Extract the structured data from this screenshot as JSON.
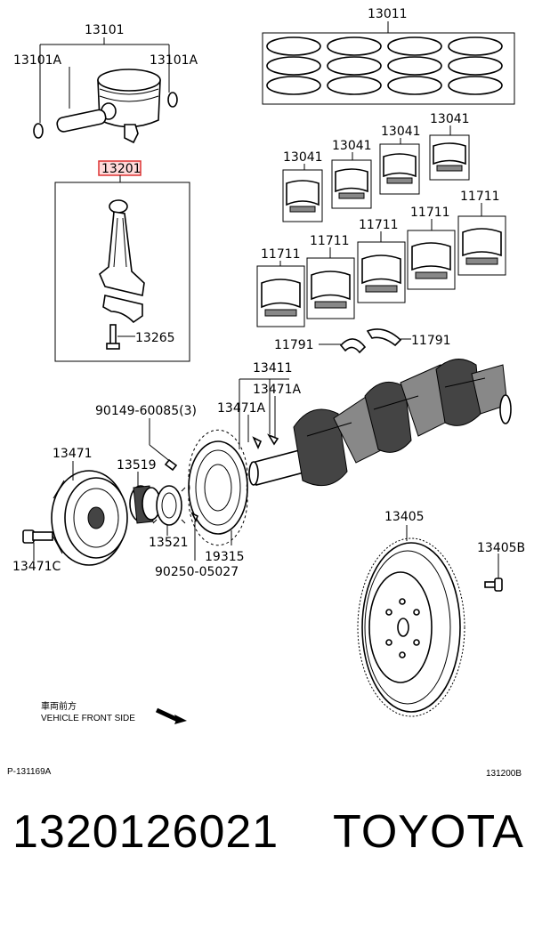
{
  "labels": {
    "l13101": "13101",
    "l13101A_left": "13101A",
    "l13101A_right": "13101A",
    "l13011": "13011",
    "l13201": "13201",
    "l13265": "13265",
    "l13041_a": "13041",
    "l13041_b": "13041",
    "l13041_c": "13041",
    "l13041_d": "13041",
    "l11711_a": "11711",
    "l11711_b": "11711",
    "l11711_c": "11711",
    "l11711_d": "11711",
    "l11711_e": "11711",
    "l11791_left": "11791",
    "l11791_right": "11791",
    "l13411": "13411",
    "l13471A_right": "13471A",
    "l13471A_left": "13471A",
    "l90149": "90149-60085(3)",
    "l13471": "13471",
    "l13519": "13519",
    "l13521": "13521",
    "l19315": "19315",
    "l90250": "90250-05027",
    "l13471C": "13471C",
    "l13405": "13405",
    "l13405B": "13405B"
  },
  "notes": {
    "front_jp": "車両前方",
    "front_en": "VEHICLE FRONT SIDE",
    "ref_left": "P-131169A",
    "ref_right": "131200B"
  },
  "footer": {
    "part_number": "1320126021",
    "brand": "TOYOTA"
  },
  "colors": {
    "highlight": "#d33333"
  }
}
